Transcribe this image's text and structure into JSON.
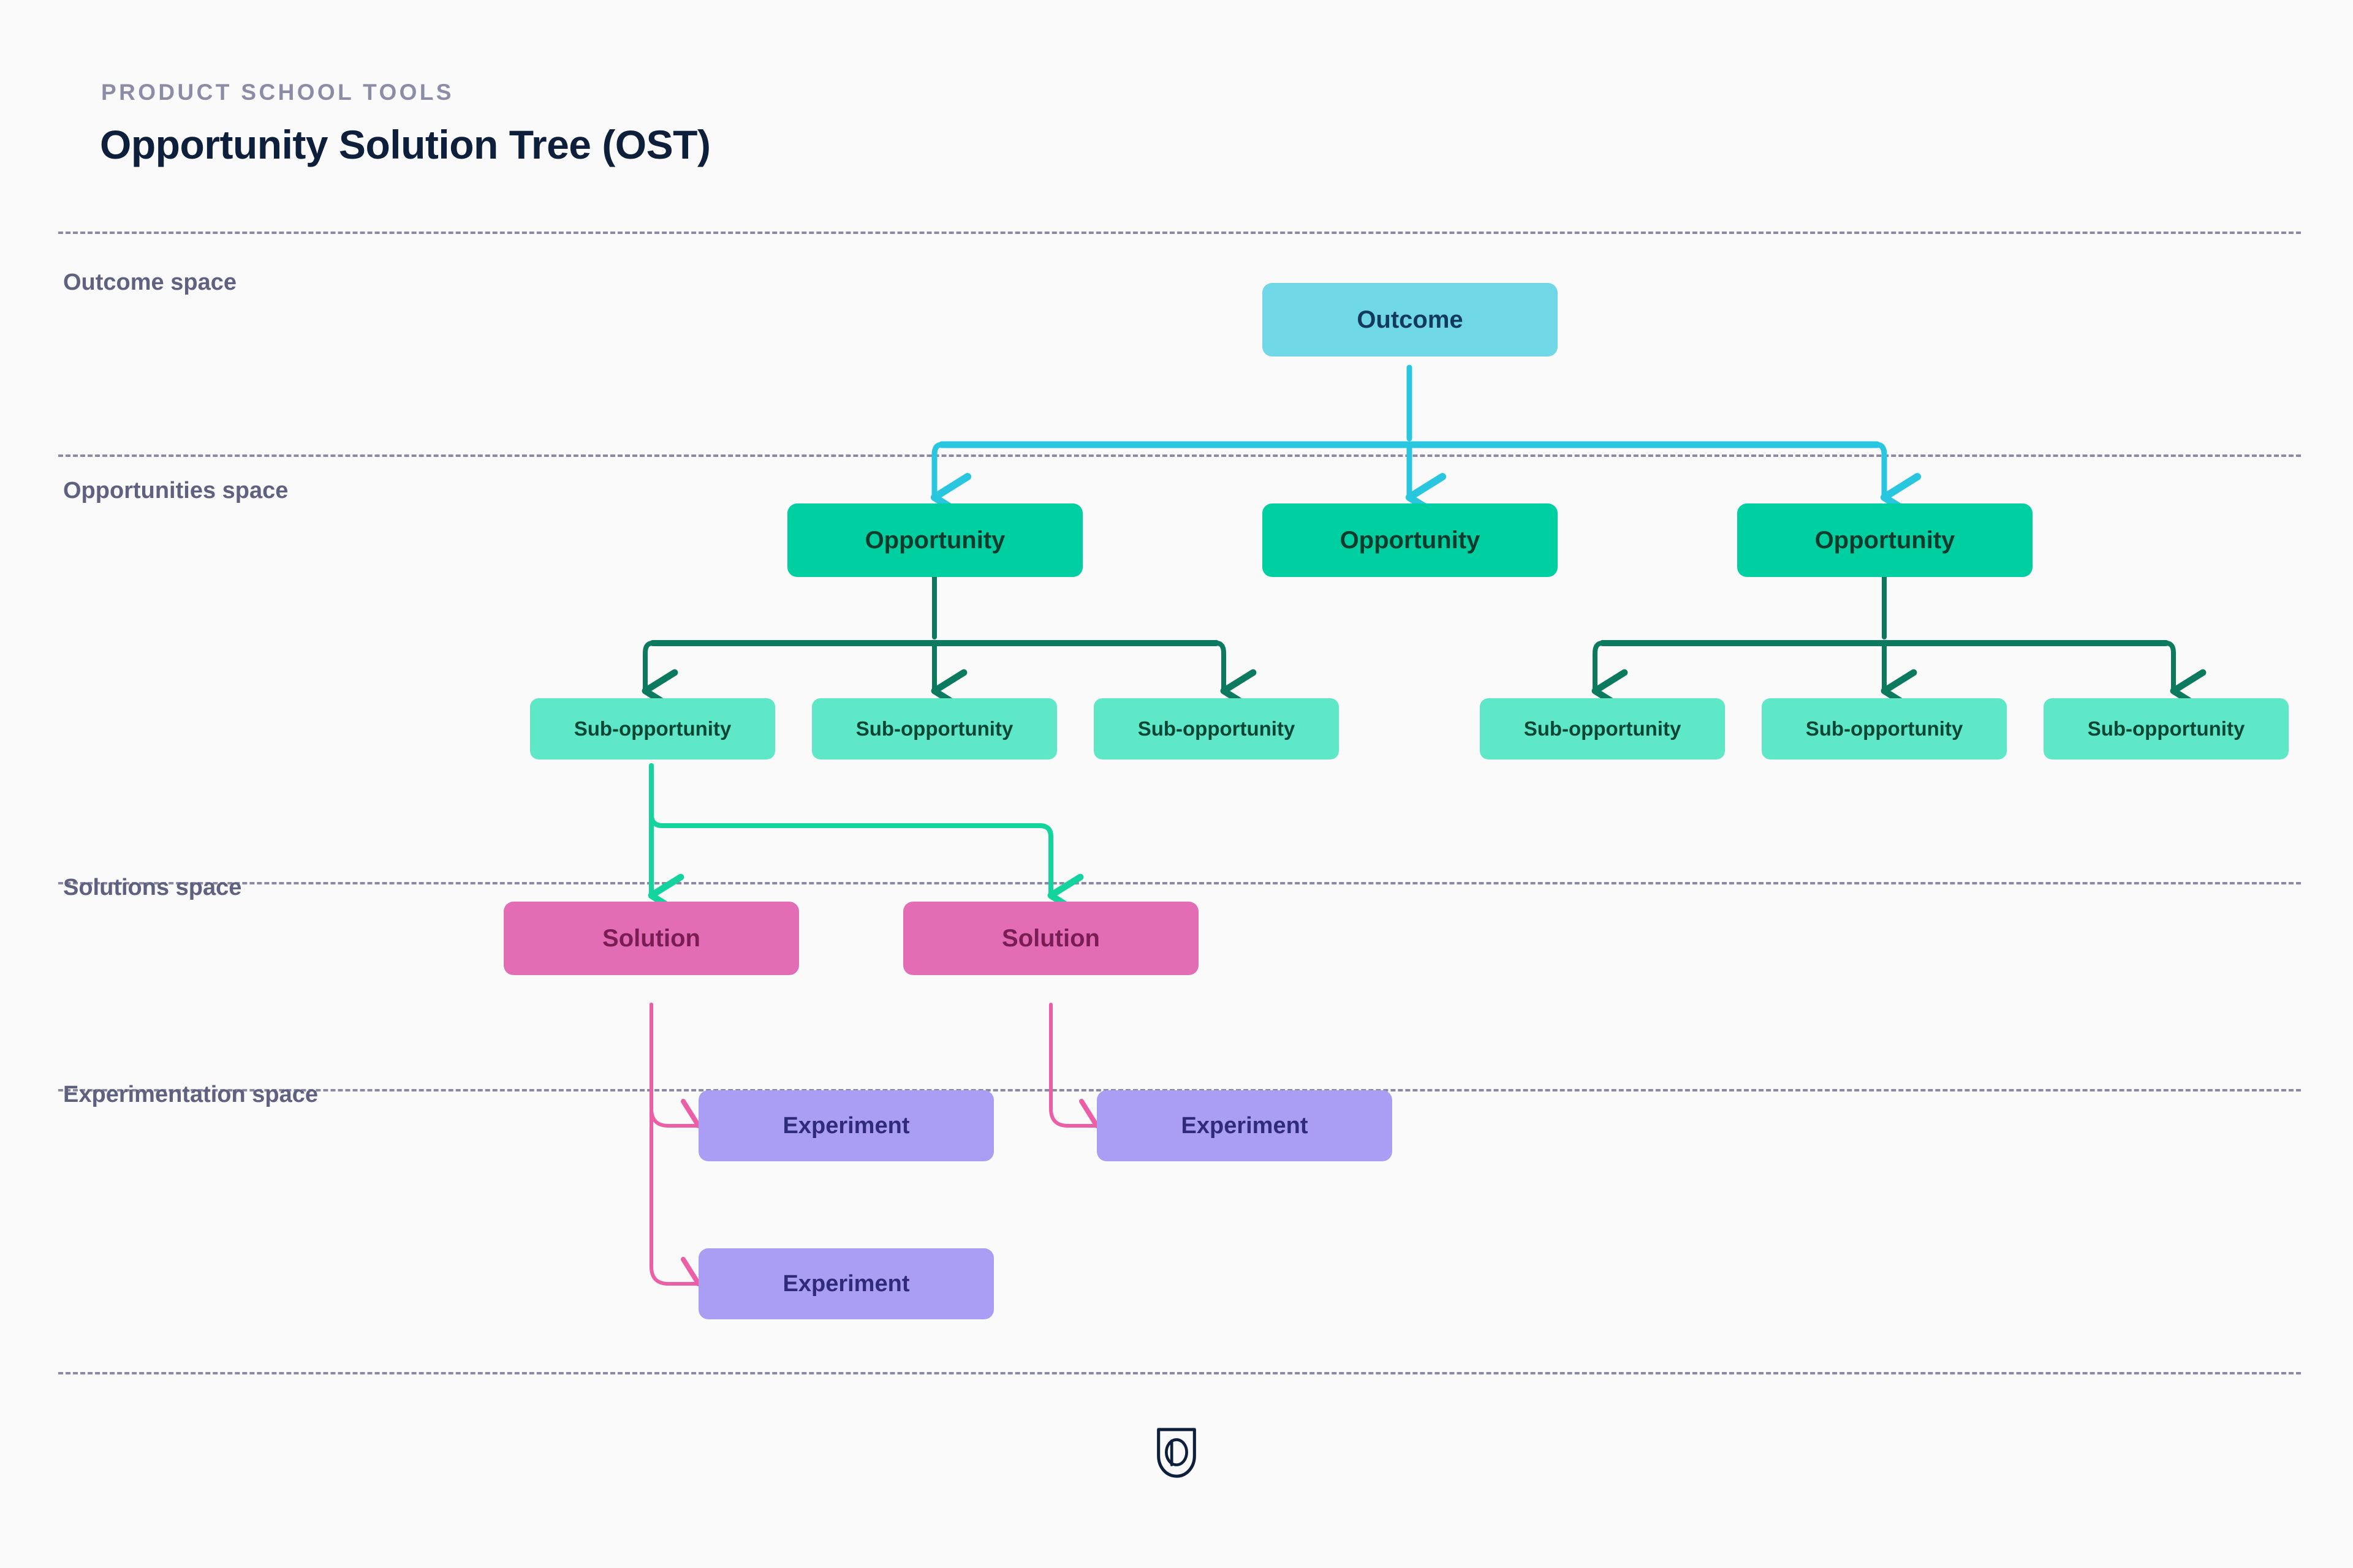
{
  "header": {
    "eyebrow": "PRODUCT SCHOOL TOOLS",
    "title": "Opportunity Solution Tree (OST)"
  },
  "spaces": [
    {
      "id": "outcome-space",
      "label": "Outcome space"
    },
    {
      "id": "opportunities-space",
      "label": "Opportunities space"
    },
    {
      "id": "solutions-space",
      "label": "Solutions space"
    },
    {
      "id": "experimentation-space",
      "label": "Experimentation space"
    }
  ],
  "nodes": {
    "outcome": {
      "label": "Outcome"
    },
    "opportunities": [
      {
        "label": "Opportunity"
      },
      {
        "label": "Opportunity"
      },
      {
        "label": "Opportunity"
      }
    ],
    "subopportunities": [
      {
        "label": "Sub-opportunity"
      },
      {
        "label": "Sub-opportunity"
      },
      {
        "label": "Sub-opportunity"
      },
      {
        "label": "Sub-opportunity"
      },
      {
        "label": "Sub-opportunity"
      },
      {
        "label": "Sub-opportunity"
      }
    ],
    "solutions": [
      {
        "label": "Solution"
      },
      {
        "label": "Solution"
      }
    ],
    "experiments": [
      {
        "label": "Experiment"
      },
      {
        "label": "Experiment"
      },
      {
        "label": "Experiment"
      }
    ]
  },
  "footer": {
    "logo": "product-school-shield-logo"
  },
  "colors": {
    "background": "#FAFAFB",
    "title": "#0E1F3C",
    "eyebrow": "#8C8CA6",
    "space_label": "#5F6180",
    "divider": "#8A8AA6",
    "outcome_fill": "#6FD7E5",
    "outcome_text": "#123A5E",
    "opportunity_fill": "#00CFA1",
    "opportunity_text": "#0B3B2C",
    "subopportunity_fill": "#5FE8C8",
    "subopportunity_text": "#0B4635",
    "solution_fill": "#E26DB4",
    "solution_text": "#7A1D55",
    "experiment_fill": "#A99DF4",
    "experiment_text": "#2F2A7A",
    "connector_outcome": "#29C6E0",
    "connector_opportunity": "#0B7A5E",
    "connector_subopportunity": "#12D49C",
    "connector_solution": "#EC5FA6"
  }
}
